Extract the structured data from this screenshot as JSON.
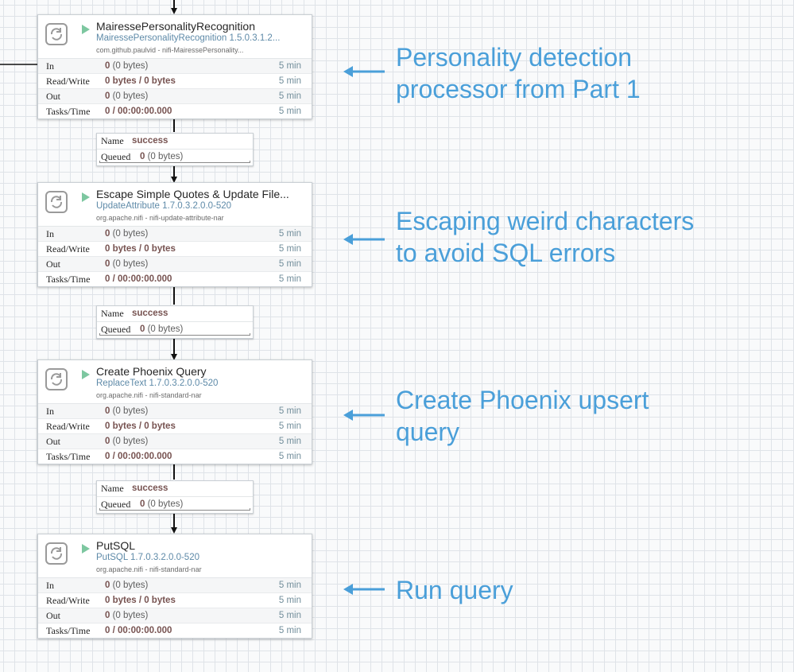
{
  "processors": [
    {
      "name": "MairessePersonalityRecognition",
      "type": "MairessePersonalityRecognition 1.5.0.3.1.2...",
      "bundle": "com.github.paulvid - nifi-MairessePersonality...",
      "stats": [
        {
          "label": "In",
          "bold": "0",
          "rest": " (0 bytes)",
          "time": "5 min"
        },
        {
          "label": "Read/Write",
          "bold": "0 bytes / 0 bytes",
          "rest": "",
          "time": "5 min"
        },
        {
          "label": "Out",
          "bold": "0",
          "rest": " (0 bytes)",
          "time": "5 min"
        },
        {
          "label": "Tasks/Time",
          "bold": "0 / 00:00:00.000",
          "rest": "",
          "time": "5 min"
        }
      ]
    },
    {
      "name": "Escape Simple Quotes & Update File...",
      "type": "UpdateAttribute 1.7.0.3.2.0.0-520",
      "bundle": "org.apache.nifi - nifi-update-attribute-nar",
      "stats": [
        {
          "label": "In",
          "bold": "0",
          "rest": " (0 bytes)",
          "time": "5 min"
        },
        {
          "label": "Read/Write",
          "bold": "0 bytes / 0 bytes",
          "rest": "",
          "time": "5 min"
        },
        {
          "label": "Out",
          "bold": "0",
          "rest": " (0 bytes)",
          "time": "5 min"
        },
        {
          "label": "Tasks/Time",
          "bold": "0 / 00:00:00.000",
          "rest": "",
          "time": "5 min"
        }
      ]
    },
    {
      "name": "Create Phoenix Query",
      "type": "ReplaceText 1.7.0.3.2.0.0-520",
      "bundle": "org.apache.nifi - nifi-standard-nar",
      "stats": [
        {
          "label": "In",
          "bold": "0",
          "rest": " (0 bytes)",
          "time": "5 min"
        },
        {
          "label": "Read/Write",
          "bold": "0 bytes / 0 bytes",
          "rest": "",
          "time": "5 min"
        },
        {
          "label": "Out",
          "bold": "0",
          "rest": " (0 bytes)",
          "time": "5 min"
        },
        {
          "label": "Tasks/Time",
          "bold": "0 / 00:00:00.000",
          "rest": "",
          "time": "5 min"
        }
      ]
    },
    {
      "name": "PutSQL",
      "type": "PutSQL 1.7.0.3.2.0.0-520",
      "bundle": "org.apache.nifi - nifi-standard-nar",
      "stats": [
        {
          "label": "In",
          "bold": "0",
          "rest": " (0 bytes)",
          "time": "5 min"
        },
        {
          "label": "Read/Write",
          "bold": "0 bytes / 0 bytes",
          "rest": "",
          "time": "5 min"
        },
        {
          "label": "Out",
          "bold": "0",
          "rest": " (0 bytes)",
          "time": "5 min"
        },
        {
          "label": "Tasks/Time",
          "bold": "0 / 00:00:00.000",
          "rest": "",
          "time": "5 min"
        }
      ]
    }
  ],
  "connections": [
    {
      "name_label": "Name",
      "relationship": "success",
      "queued_label": "Queued",
      "queued_count": "0",
      "queued_size": " (0 bytes)"
    },
    {
      "name_label": "Name",
      "relationship": "success",
      "queued_label": "Queued",
      "queued_count": "0",
      "queued_size": " (0 bytes)"
    },
    {
      "name_label": "Name",
      "relationship": "success",
      "queued_label": "Queued",
      "queued_count": "0",
      "queued_size": " (0 bytes)"
    }
  ],
  "annotations": [
    {
      "line1": "Personality detection",
      "line2": "processor from Part 1"
    },
    {
      "line1": "Escaping weird characters",
      "line2": "to avoid SQL errors"
    },
    {
      "line1": "Create Phoenix upsert",
      "line2": "query"
    },
    {
      "line1": "Run query",
      "line2": ""
    }
  ],
  "colors": {
    "annotation": "#4a9fd9",
    "run_icon": "#7dc7a0",
    "value_bold": "#775351"
  },
  "icons": {
    "processor": "processor-icon",
    "run": "run-icon",
    "annotation_arrow": "left-arrow-icon"
  }
}
